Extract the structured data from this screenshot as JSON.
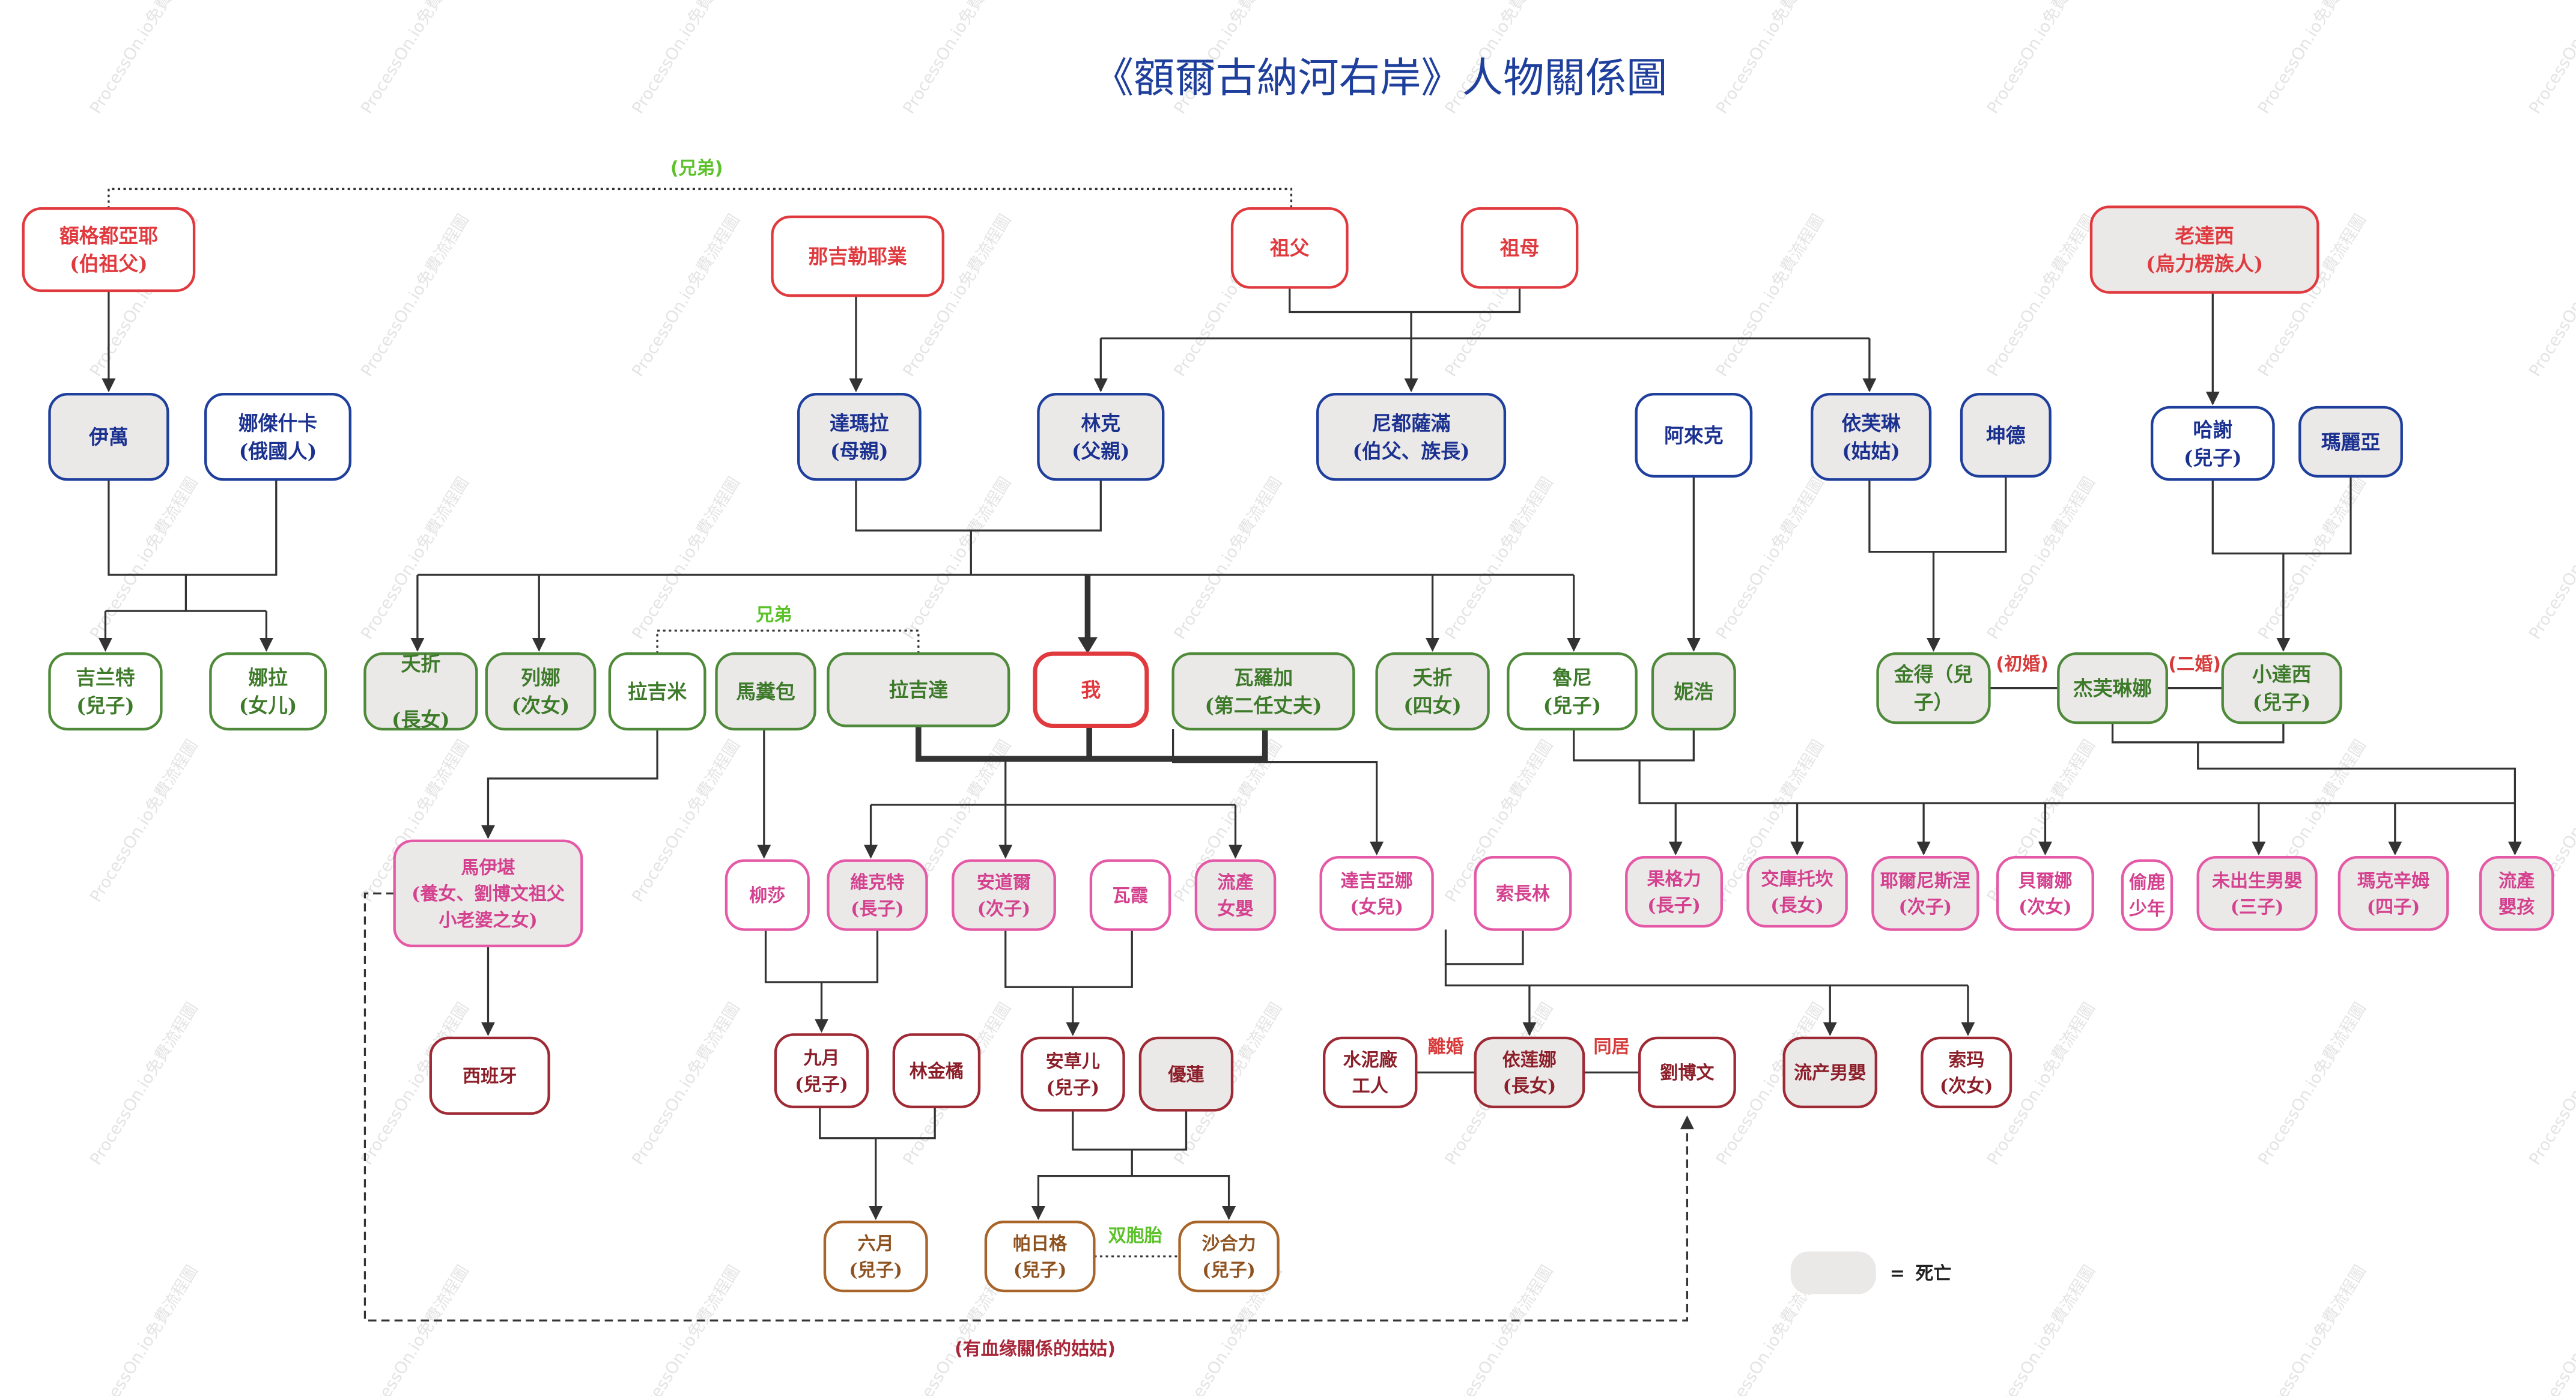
{
  "title": "《額爾古納河右岸》人物關係圖",
  "watermark": "ProcessOn.io免費流程圖",
  "colors": {
    "red": "#e0393e",
    "red_fill": "#ffffff",
    "blue": "#1f3f9c",
    "blue_text": "#1a3190",
    "green": "#4f8a3a",
    "green_text": "#3d7a2a",
    "pink": "#e45aa7",
    "pink_text": "#d4418f",
    "maroon": "#9e2a35",
    "maroon_text": "#8c1f2a",
    "brown": "#a8652a",
    "brown_text": "#8e5220",
    "dead_fill": "#ebe8e8",
    "line": "#333333",
    "label_green": "#5cc12a",
    "label_red": "#d63a3a",
    "label_maroon": "#a8283a",
    "title": "#1f3f9c"
  },
  "legend": {
    "symbol_meaning": "死亡",
    "equals": "="
  },
  "labels": {
    "brothers_top": "(兄弟)",
    "brothers_mid": "兄弟",
    "first_marriage": "(初婚)",
    "second_marriage": "(二婚)",
    "divorce": "離婚",
    "cohabit": "同居",
    "twins": "双胞胎",
    "blood_aunt": "(有血缘關係的姑姑)"
  },
  "nodes": {
    "ege": {
      "lines": [
        "額格都亞耶",
        "(伯祖父)"
      ],
      "group": "red",
      "dead": false
    },
    "najile": {
      "lines": [
        "那吉勒耶業"
      ],
      "group": "red",
      "dead": false
    },
    "grandpa": {
      "lines": [
        "祖父"
      ],
      "group": "red",
      "dead": false
    },
    "grandma": {
      "lines": [
        "祖母"
      ],
      "group": "red",
      "dead": false
    },
    "laodaxi": {
      "lines": [
        "老達西",
        "(烏力楞族人)"
      ],
      "group": "red",
      "dead": true
    },
    "yiwan": {
      "lines": [
        "伊萬"
      ],
      "group": "blue",
      "dead": true
    },
    "najieshika": {
      "lines": [
        "娜傑什卡",
        "(俄國人)"
      ],
      "group": "blue",
      "dead": false
    },
    "damala": {
      "lines": [
        "達瑪拉",
        "(母親)"
      ],
      "group": "blue",
      "dead": true
    },
    "linke": {
      "lines": [
        "林克",
        "(父親)"
      ],
      "group": "blue",
      "dead": true
    },
    "nidusaman": {
      "lines": [
        "尼都薩滿",
        "(伯父、族長)"
      ],
      "group": "blue",
      "dead": true
    },
    "alaike": {
      "lines": [
        "阿來克"
      ],
      "group": "blue",
      "dead": false
    },
    "yifulin": {
      "lines": [
        "依芙琳",
        "(姑姑)"
      ],
      "group": "blue",
      "dead": true
    },
    "kunde": {
      "lines": [
        "坤德"
      ],
      "group": "blue",
      "dead": true
    },
    "haxie": {
      "lines": [
        "哈謝",
        "(兒子)"
      ],
      "group": "blue",
      "dead": false
    },
    "maliya": {
      "lines": [
        "瑪麗亞"
      ],
      "group": "blue",
      "dead": true
    },
    "jilante": {
      "lines": [
        "吉兰特",
        "(兒子)"
      ],
      "group": "green",
      "dead": false
    },
    "nala": {
      "lines": [
        "娜拉",
        "(女儿)"
      ],
      "group": "green",
      "dead": false
    },
    "yaozhe1": {
      "lines": [
        "夭折",
        "",
        "(長女)"
      ],
      "group": "green",
      "dead": true
    },
    "liena": {
      "lines": [
        "列娜",
        "(次女)"
      ],
      "group": "green",
      "dead": true
    },
    "lajimi": {
      "lines": [
        "拉吉米"
      ],
      "group": "green",
      "dead": false
    },
    "mafenbao": {
      "lines": [
        "馬糞包"
      ],
      "group": "green",
      "dead": true
    },
    "lajida": {
      "lines": [
        "拉吉達"
      ],
      "group": "green",
      "dead": true
    },
    "wo": {
      "lines": [
        "我"
      ],
      "group": "red",
      "dead": false
    },
    "waluojia": {
      "lines": [
        "瓦羅加",
        "(第二任丈夫)"
      ],
      "group": "green",
      "dead": true
    },
    "yaozhe4": {
      "lines": [
        "夭折",
        "(四女)"
      ],
      "group": "green",
      "dead": true
    },
    "luni": {
      "lines": [
        "魯尼",
        "(兒子)"
      ],
      "group": "green",
      "dead": false
    },
    "nihao": {
      "lines": [
        "妮浩"
      ],
      "group": "green",
      "dead": true
    },
    "jinde": {
      "lines": [
        "金得（兒",
        "子）"
      ],
      "group": "green",
      "dead": true
    },
    "jiefulinna": {
      "lines": [
        "杰芙琳娜"
      ],
      "group": "green",
      "dead": true
    },
    "xiaodaxi": {
      "lines": [
        "小達西",
        "(兒子)"
      ],
      "group": "green",
      "dead": true
    },
    "mayikan": {
      "lines": [
        "馬伊堪",
        "(養女、劉博文祖父",
        "小老婆之女)"
      ],
      "group": "pink",
      "dead": true
    },
    "liusha": {
      "lines": [
        "柳莎"
      ],
      "group": "pink",
      "dead": false
    },
    "weikete": {
      "lines": [
        "維克特",
        "(長子)"
      ],
      "group": "pink",
      "dead": true
    },
    "andaoer": {
      "lines": [
        "安道爾",
        "(次子)"
      ],
      "group": "pink",
      "dead": true
    },
    "waxia": {
      "lines": [
        "瓦霞"
      ],
      "group": "pink",
      "dead": false
    },
    "liuchan_nv": {
      "lines": [
        "流產",
        "女嬰"
      ],
      "group": "pink",
      "dead": true
    },
    "dajiyana": {
      "lines": [
        "達吉亞娜",
        "(女兒)"
      ],
      "group": "pink",
      "dead": false
    },
    "suochanglin": {
      "lines": [
        "索長林"
      ],
      "group": "pink",
      "dead": false
    },
    "guogeli": {
      "lines": [
        "果格力",
        "(長子)"
      ],
      "group": "pink",
      "dead": true
    },
    "jiaokutuokan": {
      "lines": [
        "交庫托坎",
        "(長女)"
      ],
      "group": "pink",
      "dead": true
    },
    "yeerniside": {
      "lines": [
        "耶爾尼斯涅",
        "(次子)"
      ],
      "group": "pink",
      "dead": true
    },
    "beierna": {
      "lines": [
        "貝爾娜",
        "(次女)"
      ],
      "group": "pink",
      "dead": false
    },
    "toulu": {
      "lines": [
        "偷鹿",
        "少年"
      ],
      "group": "pink",
      "dead": false
    },
    "weichusheng": {
      "lines": [
        "未出生男嬰",
        "(三子)"
      ],
      "group": "pink",
      "dead": true
    },
    "makexinmu": {
      "lines": [
        "瑪克辛姆",
        "(四子)"
      ],
      "group": "pink",
      "dead": true
    },
    "liuchan_ying": {
      "lines": [
        "流產",
        "嬰孩"
      ],
      "group": "pink",
      "dead": true
    },
    "xibanya": {
      "lines": [
        "西班牙"
      ],
      "group": "maroon",
      "dead": false
    },
    "jiuyue": {
      "lines": [
        "九月",
        "(兒子)"
      ],
      "group": "maroon",
      "dead": false
    },
    "linjinju": {
      "lines": [
        "林金橘"
      ],
      "group": "maroon",
      "dead": false
    },
    "ancaoer": {
      "lines": [
        "安草儿",
        "(兒子)"
      ],
      "group": "maroon",
      "dead": false
    },
    "youlian": {
      "lines": [
        "優蓮"
      ],
      "group": "maroon",
      "dead": true
    },
    "shuinichang": {
      "lines": [
        "水泥廠",
        "工人"
      ],
      "group": "maroon",
      "dead": false
    },
    "yilianna": {
      "lines": [
        "依莲娜",
        "(長女)"
      ],
      "group": "maroon",
      "dead": true
    },
    "liubowen": {
      "lines": [
        "劉博文"
      ],
      "group": "maroon",
      "dead": false
    },
    "liuchan_nanying": {
      "lines": [
        "流产男嬰"
      ],
      "group": "maroon",
      "dead": true
    },
    "suoma": {
      "lines": [
        "索玛",
        "(次女)"
      ],
      "group": "maroon",
      "dead": false
    },
    "liuyue": {
      "lines": [
        "六月",
        "(兒子)"
      ],
      "group": "brown",
      "dead": false
    },
    "parige": {
      "lines": [
        "帕日格",
        "(兒子)"
      ],
      "group": "brown",
      "dead": false
    },
    "shaheli": {
      "lines": [
        "沙合力",
        "(兒子)"
      ],
      "group": "brown",
      "dead": false
    }
  }
}
